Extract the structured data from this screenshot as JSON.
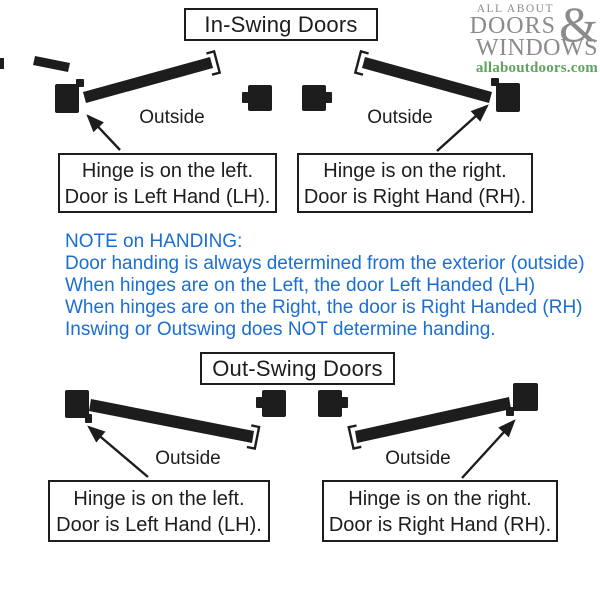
{
  "logo": {
    "top": "ALL ABOUT",
    "ampersand": "&",
    "middle": "DOORS",
    "bottom": "WINDOWS",
    "website": "allaboutdoors.com"
  },
  "inswing": {
    "title": "In-Swing Doors",
    "left": {
      "outside_label": "Outside",
      "caption_line1": "Hinge is on the left.",
      "caption_line2": "Door is Left Hand (LH)."
    },
    "right": {
      "outside_label": "Outside",
      "caption_line1": "Hinge is on the right.",
      "caption_line2": "Door is Right Hand (RH)."
    }
  },
  "note": {
    "heading": "NOTE on HANDING:",
    "lines": [
      "Door handing is always determined from the exterior (outside)",
      "When hinges are on the Left, the door Left Handed (LH)",
      "When hinges are on the Right, the door is Right Handed (RH)",
      "Inswing or Outswing does NOT determine handing."
    ]
  },
  "outswing": {
    "title": "Out-Swing Doors",
    "left": {
      "outside_label": "Outside",
      "caption_line1": "Hinge is on the left.",
      "caption_line2": "Door is Left Hand (LH)."
    },
    "right": {
      "outside_label": "Outside",
      "caption_line1": "Hinge is on the right.",
      "caption_line2": "Door is Right Hand (RH)."
    }
  },
  "colors": {
    "ink": "#1d1d1d",
    "note_blue": "#1b6ed2",
    "logo_gray": "#8b8b8b",
    "logo_green": "#5ea360"
  }
}
